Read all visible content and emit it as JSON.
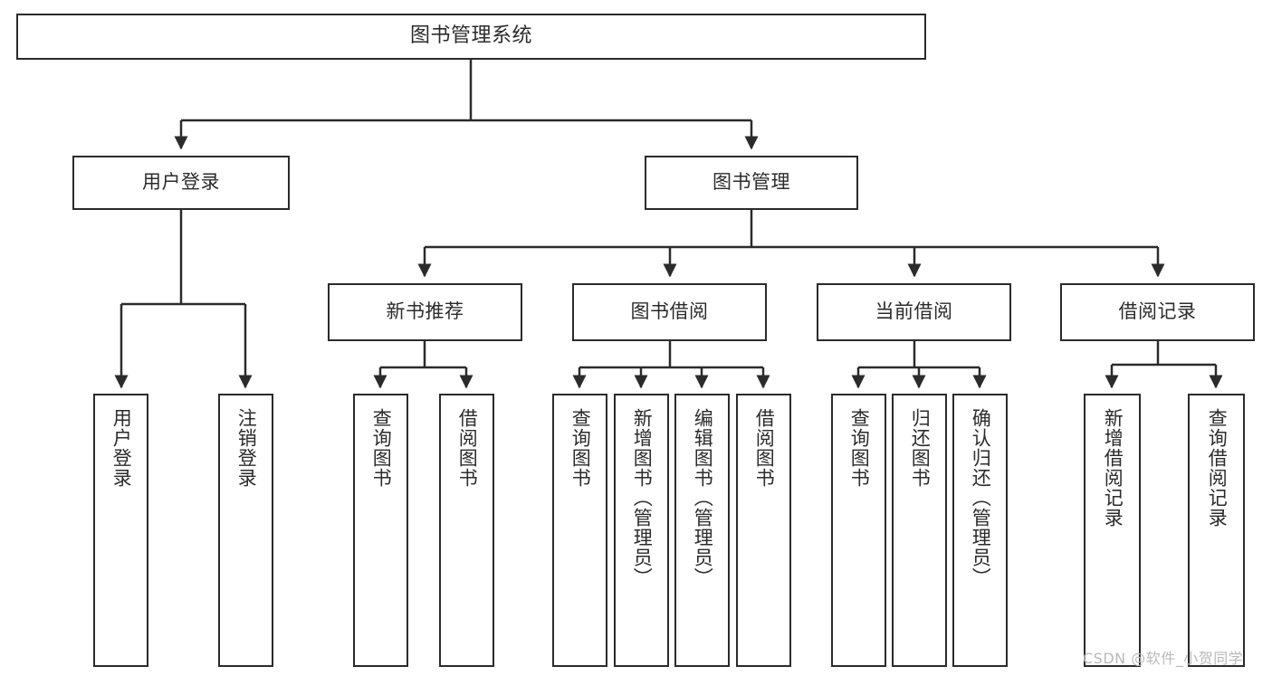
{
  "diagram": {
    "title": "图书管理系统",
    "type": "tree-hierarchy",
    "stroke_color": "#2b2b2b",
    "background_color": "#ffffff",
    "text_color": "#2b2b2b",
    "watermark": "CSDN @软件_小贺同学",
    "watermark_color": "#b9b9b9"
  },
  "nodes": {
    "root": {
      "label": "图书管理系统",
      "level": 0
    },
    "level1": [
      {
        "id": "user-login",
        "label": "用户登录"
      },
      {
        "id": "book-management",
        "label": "图书管理"
      }
    ],
    "level2": [
      {
        "id": "new-book-recommend",
        "label": "新书推荐",
        "parent": "book-management"
      },
      {
        "id": "book-borrow",
        "label": "图书借阅",
        "parent": "book-management"
      },
      {
        "id": "current-borrow",
        "label": "当前借阅",
        "parent": "book-management"
      },
      {
        "id": "borrow-record",
        "label": "借阅记录",
        "parent": "book-management"
      }
    ],
    "leaves": {
      "user-login": [
        {
          "id": "leaf-user-login",
          "label": "用户登录"
        },
        {
          "id": "leaf-user-logout",
          "label": "注销登录"
        }
      ],
      "new-book-recommend": [
        {
          "id": "leaf-query-book-1",
          "label": "查询图书"
        },
        {
          "id": "leaf-borrow-book-1",
          "label": "借阅图书"
        }
      ],
      "book-borrow": [
        {
          "id": "leaf-query-book-2",
          "label": "查询图书"
        },
        {
          "id": "leaf-add-book",
          "label": "新增图书（管理员）"
        },
        {
          "id": "leaf-edit-book",
          "label": "编辑图书（管理员）"
        },
        {
          "id": "leaf-borrow-book-2",
          "label": "借阅图书"
        }
      ],
      "current-borrow": [
        {
          "id": "leaf-query-book-3",
          "label": "查询图书"
        },
        {
          "id": "leaf-return-book",
          "label": "归还图书"
        },
        {
          "id": "leaf-confirm-return",
          "label": "确认归还（管理员）"
        }
      ],
      "borrow-record": [
        {
          "id": "leaf-add-record",
          "label": "新增借阅记录"
        },
        {
          "id": "leaf-query-record",
          "label": "查询借阅记录"
        }
      ]
    }
  }
}
